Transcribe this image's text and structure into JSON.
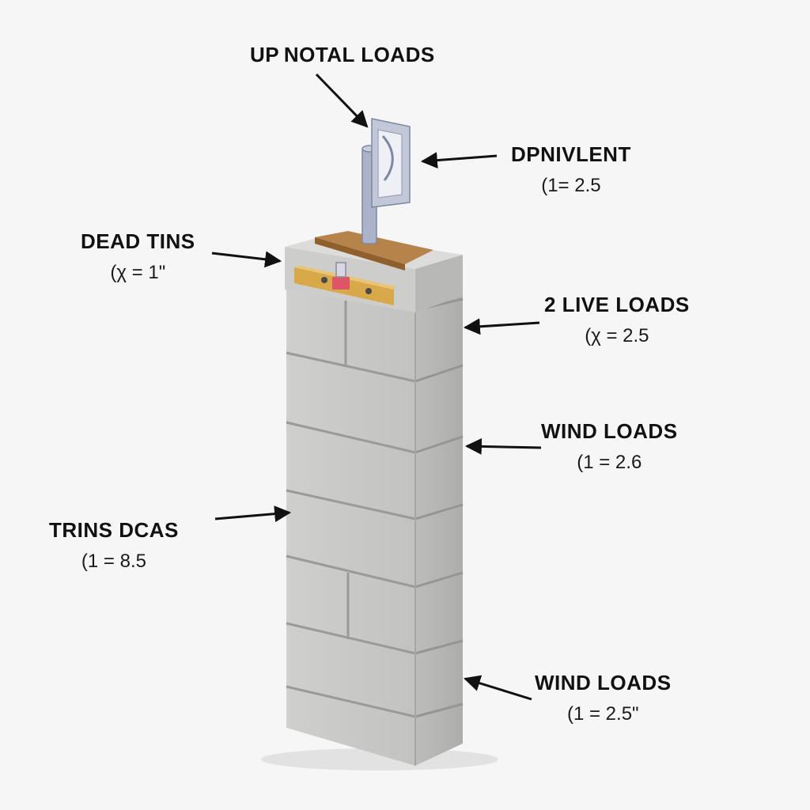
{
  "labels": {
    "top": {
      "title": "UP NOTAL LOADS"
    },
    "equivalent": {
      "title": "DPNIVLENT",
      "value": "(1= 2.5"
    },
    "dead": {
      "title": "DEAD TINS",
      "value": "(χ = 1\""
    },
    "live": {
      "title": "2 LIVE LOADS",
      "value": "(χ = 2.5"
    },
    "wind_upper": {
      "title": "WIND LOADS",
      "value": "(1 = 2.6"
    },
    "trins": {
      "title": "TRINS DCAS",
      "value": "(1 = 8.5"
    },
    "wind_lower": {
      "title": "WIND LOADS",
      "value": "(1 = 2.5\""
    }
  },
  "colors": {
    "block_front": "#c9c9c7",
    "block_side": "#b4b4b2",
    "block_top": "#d8d8d6",
    "mortar": "#9a9a98",
    "wood": "#b07a3c",
    "bracket": "#b9bfd0",
    "arrow": "#111111"
  }
}
